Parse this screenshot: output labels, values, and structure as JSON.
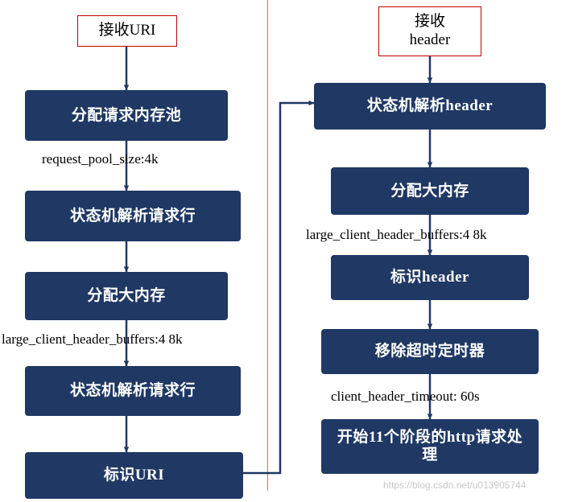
{
  "diagram": {
    "left_column": {
      "start": {
        "label": "接收URI"
      },
      "nodes": [
        {
          "label": "分配请求内存池"
        },
        {
          "label": "状态机解析请求行"
        },
        {
          "label": "分配大内存"
        },
        {
          "label": "状态机解析请求行"
        },
        {
          "label": "标识URI"
        }
      ],
      "captions": [
        {
          "label": "request_pool_size:4k"
        },
        {
          "label": "large_client_header_buffers:4 8k"
        }
      ]
    },
    "right_column": {
      "start": {
        "label_line1": "接收",
        "label_line2": "header"
      },
      "nodes": [
        {
          "label": "状态机解析header"
        },
        {
          "label": "分配大内存"
        },
        {
          "label": "标识header"
        },
        {
          "label": "移除超时定时器"
        },
        {
          "label": "开始11个阶段的http请求处理"
        }
      ],
      "captions": [
        {
          "label": "large_client_header_buffers:4 8k"
        },
        {
          "label": "client_header_timeout: 60s"
        }
      ]
    },
    "watermark": {
      "label": "https://blog.csdn.net/u013905744"
    },
    "colors": {
      "node_fill": "#1f3864",
      "node_text": "#ffffff",
      "start_border": "#c00000",
      "divider": "#e06666",
      "arrow": "#1f3864"
    }
  }
}
